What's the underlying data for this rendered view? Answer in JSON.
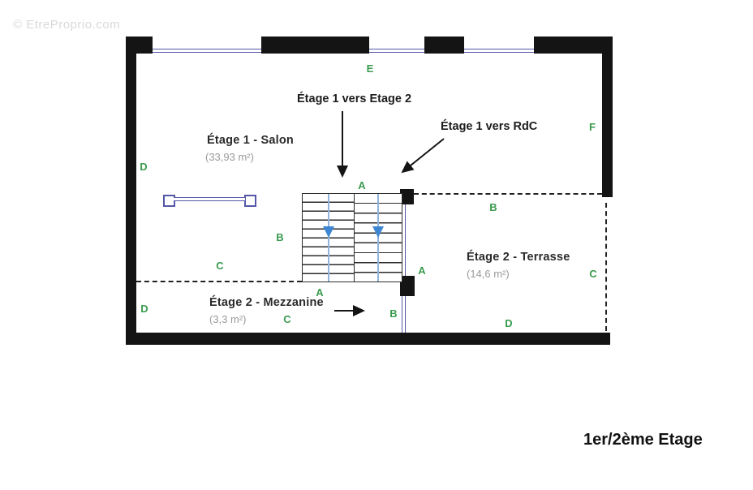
{
  "watermark": "© EtreProprio.com",
  "plan_title": "1er/2ème Etage",
  "annotations": {
    "stairs_up_label": "Étage 1 vers Etage 2",
    "stairs_down_label": "Étage 1 vers RdC"
  },
  "rooms": [
    {
      "name": "Étage 1 - Salon",
      "area": "(33,93 m²)"
    },
    {
      "name": "Étage 2 - Terrasse",
      "area": "(14,6 m²)"
    },
    {
      "name": "Étage 2 - Mezzanine",
      "area": "(3,3 m²)"
    }
  ],
  "markers": [
    {
      "id": "e-top-wall",
      "letter": "E"
    },
    {
      "id": "f-right-wall",
      "letter": "F"
    },
    {
      "id": "d-salon-left",
      "letter": "D"
    },
    {
      "id": "b-salon",
      "letter": "B"
    },
    {
      "id": "c-salon",
      "letter": "C"
    },
    {
      "id": "a-stairs-top",
      "letter": "A"
    },
    {
      "id": "b-terrasse-top",
      "letter": "B"
    },
    {
      "id": "a-terrasse-left",
      "letter": "A"
    },
    {
      "id": "c-terrasse-right",
      "letter": "C"
    },
    {
      "id": "d-terrasse-bottom",
      "letter": "D"
    },
    {
      "id": "a-stairs-bottom",
      "letter": "A"
    },
    {
      "id": "d-mezzanine-left",
      "letter": "D"
    },
    {
      "id": "c-mezzanine",
      "letter": "C"
    },
    {
      "id": "b-mezzanine-right",
      "letter": "B"
    }
  ],
  "colors": {
    "wall": "#141414",
    "window_blue": "#5558a8",
    "marker_green": "#3a9b4e",
    "stair_arrow_blue": "#3f86d2",
    "dashed_line": "#222222",
    "area_text_gray": "#9a9a9a",
    "watermark_gray": "#d9d9d9"
  }
}
